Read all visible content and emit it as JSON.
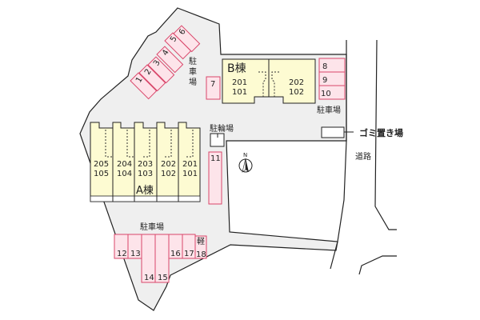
{
  "colors": {
    "lot": "#efefef",
    "building": "#fdfbd2",
    "parking_fill": "#fde4ea",
    "parking_stroke": "#d9466a"
  },
  "building_b": {
    "label": "B棟",
    "units": [
      {
        "upper": "201",
        "lower": "101"
      },
      {
        "upper": "202",
        "lower": "102"
      }
    ]
  },
  "building_a": {
    "label": "A棟",
    "units": [
      {
        "upper": "205",
        "lower": "105"
      },
      {
        "upper": "204",
        "lower": "104"
      },
      {
        "upper": "203",
        "lower": "103"
      },
      {
        "upper": "202",
        "lower": "102"
      },
      {
        "upper": "201",
        "lower": "101"
      }
    ]
  },
  "labels": {
    "parking_top": "駐車場",
    "parking_right": "駐車場",
    "parking_bottom": "駐車場",
    "bicycle": "駐輪場",
    "garbage": "ゴミ置き場",
    "road": "道路",
    "north": "N",
    "kei": "軽"
  },
  "parking": {
    "diagonal": [
      "1",
      "2",
      "3",
      "4",
      "5",
      "6"
    ],
    "p7": "7",
    "right": [
      "8",
      "9",
      "10"
    ],
    "p11": "11",
    "bottom": [
      "12",
      "13",
      "14",
      "15",
      "16",
      "17",
      "18"
    ]
  }
}
